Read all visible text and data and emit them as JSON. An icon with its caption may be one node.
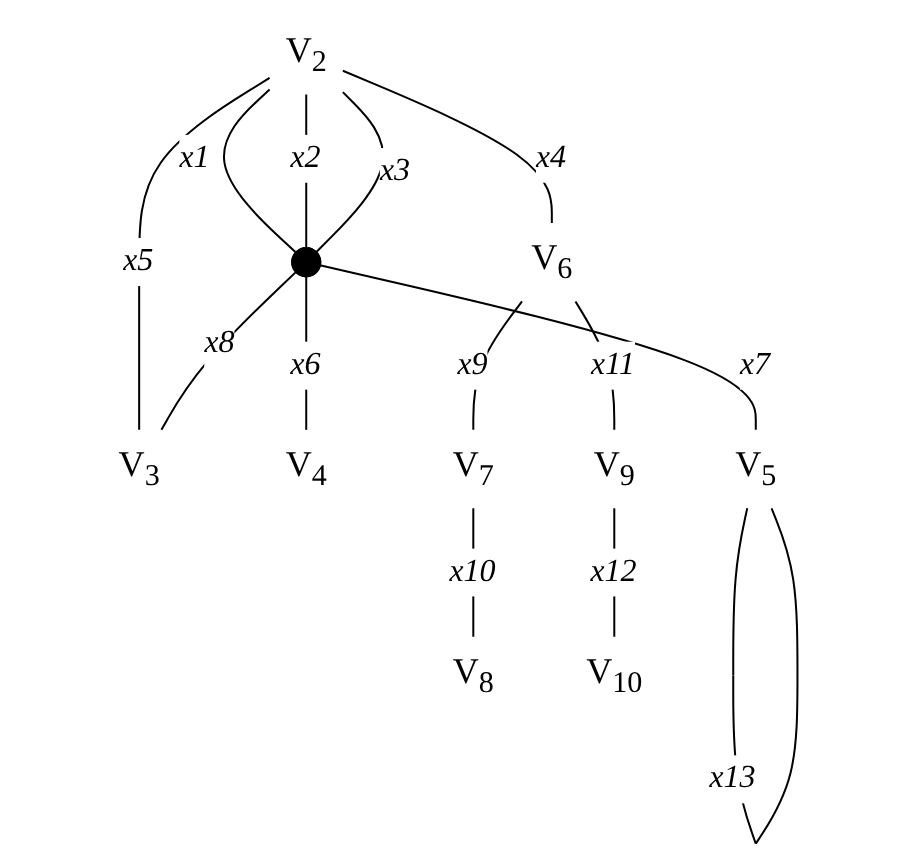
{
  "diagram": {
    "nodes": [
      {
        "text": [],
        "shape": "point"
      },
      {
        "text": [
          "V$_{2}$"
        ]
      },
      {
        "text": [
          "V$_{3}$"
        ]
      },
      {
        "text": [
          "V$_{4}$"
        ]
      },
      {
        "text": [
          "V$_{5}$"
        ]
      },
      {
        "text": [
          "V$_{6}$"
        ]
      },
      {
        "text": [
          "V$_{7}$"
        ]
      },
      {
        "text": [
          "V$_{8}$"
        ]
      },
      {
        "text": [
          "V$_{9}$"
        ]
      },
      {
        "text": [
          "V$_{10}$"
        ]
      }
    ],
    "edges": [
      {
        "from": 1,
        "to": 0,
        "arrow": "none",
        "label": "x1"
      },
      {
        "from": 1,
        "to": 0,
        "arrow": "none",
        "label": "x2"
      },
      {
        "from": 1,
        "to": 0,
        "arrow": "none",
        "label": "x3"
      },
      {
        "from": 1,
        "to": 5,
        "arrow": "none",
        "label": "x4"
      },
      {
        "from": 1,
        "to": 2,
        "arrow": "none",
        "label": "x5"
      },
      {
        "from": 0,
        "to": 3,
        "arrow": "none",
        "label": "x6"
      },
      {
        "from": 0,
        "to": 4,
        "arrow": "none",
        "label": "x7"
      },
      {
        "from": 0,
        "to": 2,
        "arrow": "none",
        "label": "x8"
      },
      {
        "from": 5,
        "to": 6,
        "arrow": "none",
        "label": "x9"
      },
      {
        "from": 6,
        "to": 7,
        "arrow": "none",
        "label": "x10"
      },
      {
        "from": 5,
        "to": 8,
        "arrow": "none",
        "label": "x11"
      },
      {
        "from": 8,
        "to": 9,
        "arrow": "none",
        "label": "x12"
      },
      {
        "from": 4,
        "to": 4,
        "arrow": "none",
        "label": "x13"
      }
    ]
  }
}
